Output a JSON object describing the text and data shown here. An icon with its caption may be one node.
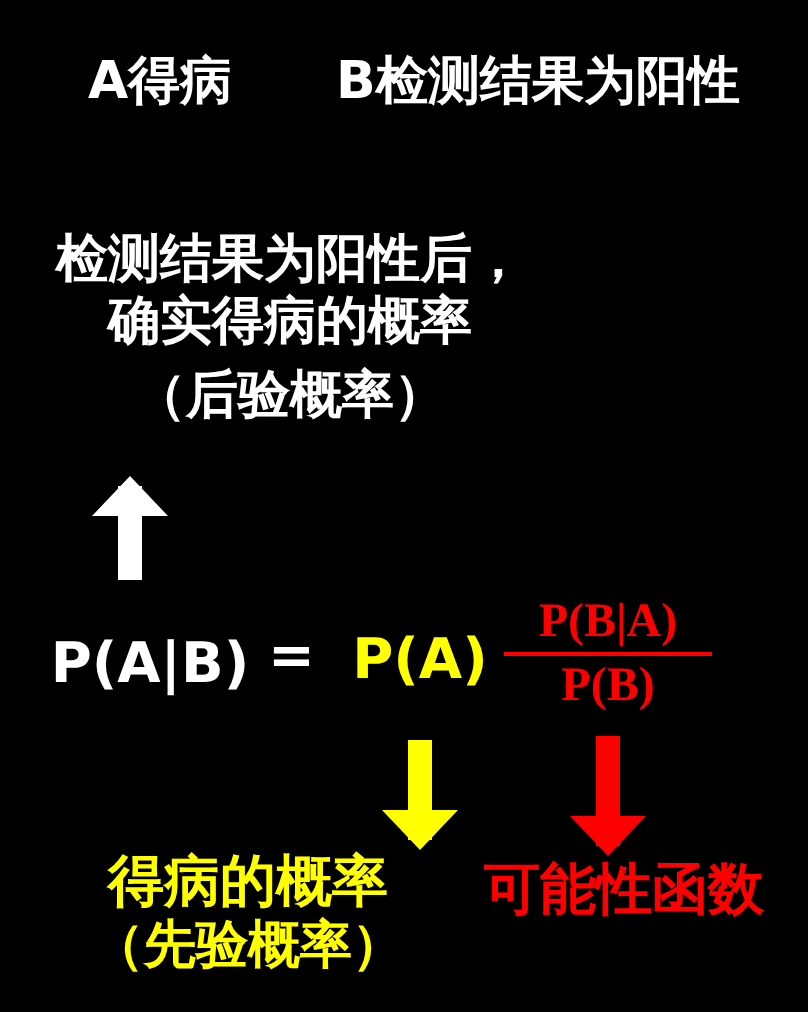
{
  "diagram": {
    "nodes": [
      {
        "text": [
          "检测结果为阳性后，确实得病的概率",
          "（后验概率）"
        ]
      },
      {
        "text": [
          "P(A|B)"
        ]
      },
      {
        "text": [
          "P(A)"
        ]
      },
      {
        "text": [
          "P(B|A)",
          "P(B)"
        ]
      },
      {
        "text": [
          "得病的概率",
          "（先验概率）"
        ]
      },
      {
        "text": [
          "可能性函数"
        ]
      }
    ],
    "edges": [
      {
        "from": 1,
        "to": 0,
        "arrow": "to",
        "color": "#ffffff"
      },
      {
        "from": 2,
        "to": 4,
        "arrow": "to",
        "color": "#ffff00"
      },
      {
        "from": 3,
        "to": 5,
        "arrow": "to",
        "color": "#ff0000"
      }
    ],
    "labels": [
      "A得病",
      "B检测结果为阳性",
      "="
    ]
  }
}
